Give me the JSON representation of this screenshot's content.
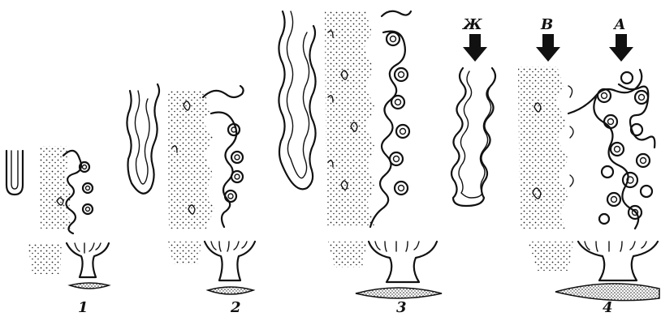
{
  "stages": [
    {
      "label": "1"
    },
    {
      "label": "2"
    },
    {
      "label": "3"
    },
    {
      "label": "4"
    }
  ],
  "arrows": [
    {
      "label": "Ж"
    },
    {
      "label": "В"
    },
    {
      "label": "А"
    }
  ]
}
